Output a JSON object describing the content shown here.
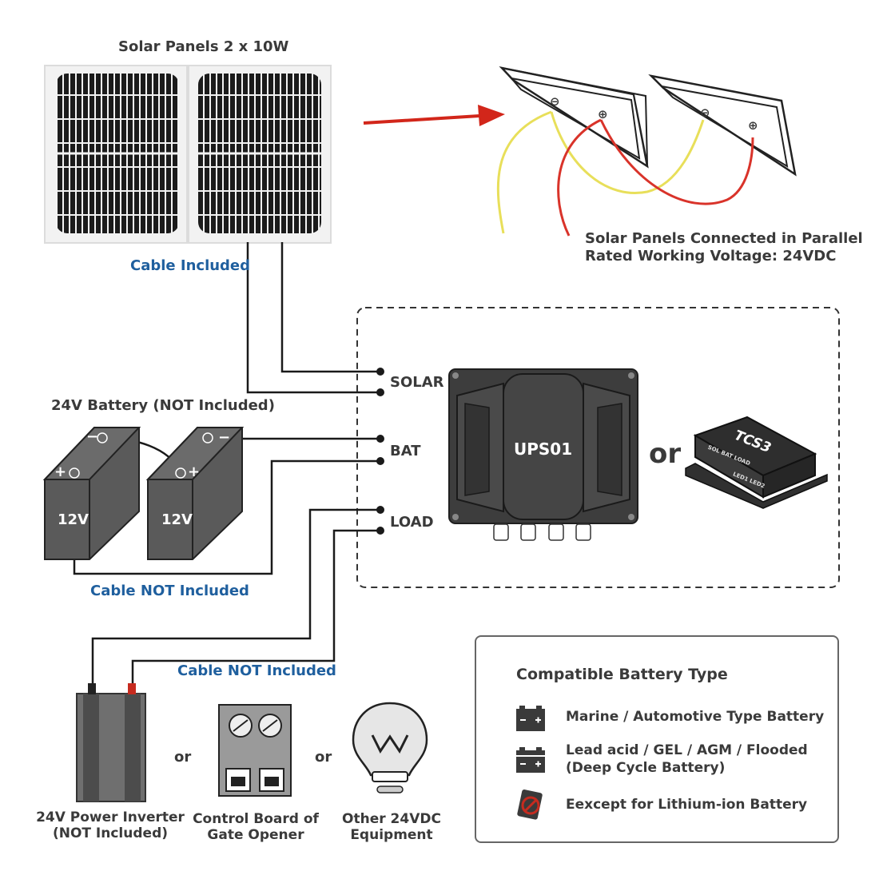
{
  "solar": {
    "title": "Solar Panels 2 x 10W",
    "cable": "Cable Included",
    "parallel_line1": "Solar Panels Connected in Parallel",
    "parallel_line2": "Rated Working Voltage: 24VDC",
    "minus_symbol": "⊖",
    "plus_symbol": "⊕"
  },
  "battery": {
    "title": "24V Battery (NOT Included)",
    "cell1_label": "12V",
    "cell2_label": "12V",
    "minus": "−",
    "plus": "+",
    "cable": "Cable NOT Included"
  },
  "terminals": {
    "solar": "SOLAR",
    "bat": "BAT",
    "load": "LOAD"
  },
  "ups": {
    "label": "UPS01",
    "or": "or",
    "alt_label": "TCS3",
    "alt_port_labels": "SOL  BAT  LOAD",
    "alt_led_labels": "LED1 LED2"
  },
  "load": {
    "cable": "Cable NOT Included",
    "inverter_line1": "24V Power Inverter",
    "inverter_line2": "(NOT Included)",
    "or1": "or",
    "board_line1": "Control Board of",
    "board_line2": "Gate Opener",
    "or2": "or",
    "other_line1": "Other 24VDC",
    "other_line2": "Equipment"
  },
  "legend": {
    "title": "Compatible Battery Type",
    "items": [
      {
        "text": "Marine / Automotive Type Battery",
        "icon": "car-battery-icon"
      },
      {
        "text": "Lead acid / GEL / AGM / Flooded",
        "text2": "(Deep Cycle Battery)",
        "icon": "deep-cycle-battery-icon"
      },
      {
        "text": "Eexcept for Lithium-ion Battery",
        "icon": "no-lithium-icon"
      }
    ]
  },
  "colors": {
    "wire": "#1a1a1a",
    "arrow": "#d2261a",
    "yellow_wire": "#e8df5a",
    "red_wire": "#d9332a",
    "battery_body": "#5a5a5a",
    "ups_body": "#3d3d3d",
    "blue_text": "#1f5f9e",
    "warn_text": "#c62b1f"
  }
}
